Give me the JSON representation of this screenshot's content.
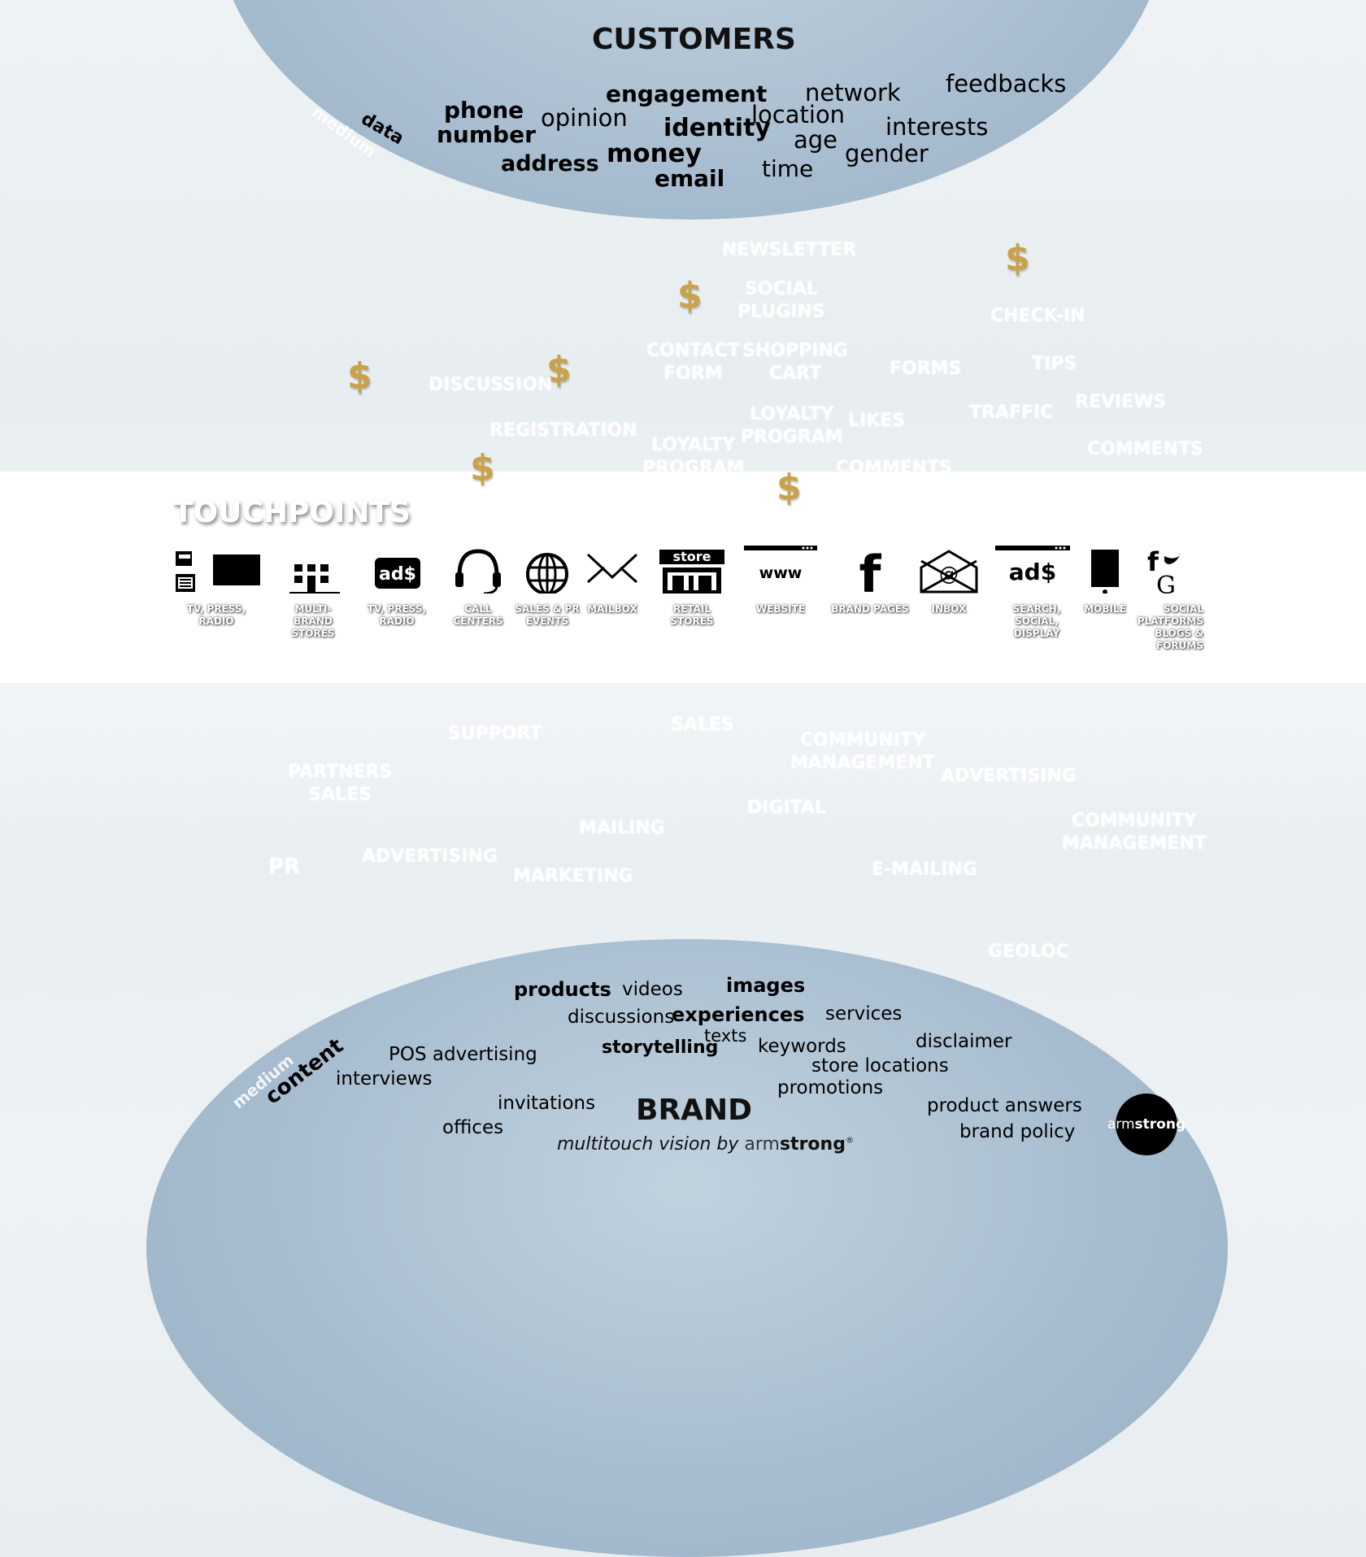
{
  "customers": {
    "title": "CUSTOMERS",
    "label": "data",
    "medium": "medium",
    "words": [
      "phone",
      "number",
      "opinion",
      "engagement",
      "identity",
      "money",
      "address",
      "email",
      "location",
      "network",
      "age",
      "time",
      "feedbacks",
      "interests",
      "gender"
    ]
  },
  "touchpoints": {
    "title": "TOUCHPOINTS",
    "items": [
      {
        "label": "TV, PRESS, RADIO",
        "icon": "tv-press-radio-icon"
      },
      {
        "label": "MULTI-BRAND\nSTORES",
        "icon": "multi-brand-stores-icon"
      },
      {
        "label": "TV, PRESS, RADIO",
        "icon": "ads-icon"
      },
      {
        "label": "CALL CENTERS",
        "icon": "headset-icon"
      },
      {
        "label": "SALES & PR\nEVENTS",
        "icon": "globe-icon"
      },
      {
        "label": "MAILBOX",
        "icon": "envelope-icon"
      },
      {
        "label": "RETAIL STORES",
        "icon": "store-icon"
      },
      {
        "label": "WEBSITE",
        "icon": "www-icon"
      },
      {
        "label": "BRAND PAGES",
        "icon": "facebook-icon"
      },
      {
        "label": "INBOX",
        "icon": "inbox-at-icon"
      },
      {
        "label": "SEARCH, SOCIAL,\nDISPLAY",
        "icon": "search-ads-icon"
      },
      {
        "label": "MOBILE",
        "icon": "mobile-icon"
      },
      {
        "label": "SOCIAL\nPLATFORMS\nBLOGS & FORUMS",
        "icon": "social-platforms-icon"
      }
    ],
    "store_text": "store",
    "www_text": "www",
    "ad_text": "ad$",
    "g_text": "G",
    "f_text": "f"
  },
  "upper_ghost": [
    "NEWSLETTER",
    "SOCIAL\nPLUGINS",
    "CHECK-IN",
    "CONTACT\nFORM",
    "SHOPPING\nCART",
    "FORMS",
    "TIPS",
    "DISCUSSION",
    "LOYALTY\nPROGRAM",
    "LIKES",
    "TRAFFIC",
    "REVIEWS",
    "REGISTRATION",
    "LOYALTY\nPROGRAM",
    "COMMENTS",
    "COMMENTS"
  ],
  "lower_ghost": [
    "SUPPORT",
    "SALES",
    "COMMUNITY\nMANAGEMENT",
    "PARTNERS\nSALES",
    "ADVERTISING",
    "DIGITAL",
    "MAILING",
    "COMMUNITY\nMANAGEMENT",
    "PR",
    "ADVERTISING",
    "MARKETING",
    "E-MAILING",
    "GEOLOC"
  ],
  "dollar": "$",
  "brand": {
    "title": "BRAND",
    "label": "content",
    "medium": "medium",
    "words": [
      "products",
      "videos",
      "images",
      "discussions",
      "experiences",
      "services",
      "texts",
      "storytelling",
      "keywords",
      "disclaimer",
      "POS advertising",
      "store locations",
      "interviews",
      "promotions",
      "invitations",
      "product answers",
      "offices",
      "brand policy"
    ],
    "tagline_prefix": "multitouch vision by",
    "tagline_brand_a": "arm",
    "tagline_brand_b": "strong",
    "registered": "®"
  },
  "logo": {
    "a": "arm",
    "b": "strong"
  },
  "colors": {
    "dollar": "#c9a24b",
    "dome": "#a9bed0",
    "logo_bg": "#000000"
  }
}
